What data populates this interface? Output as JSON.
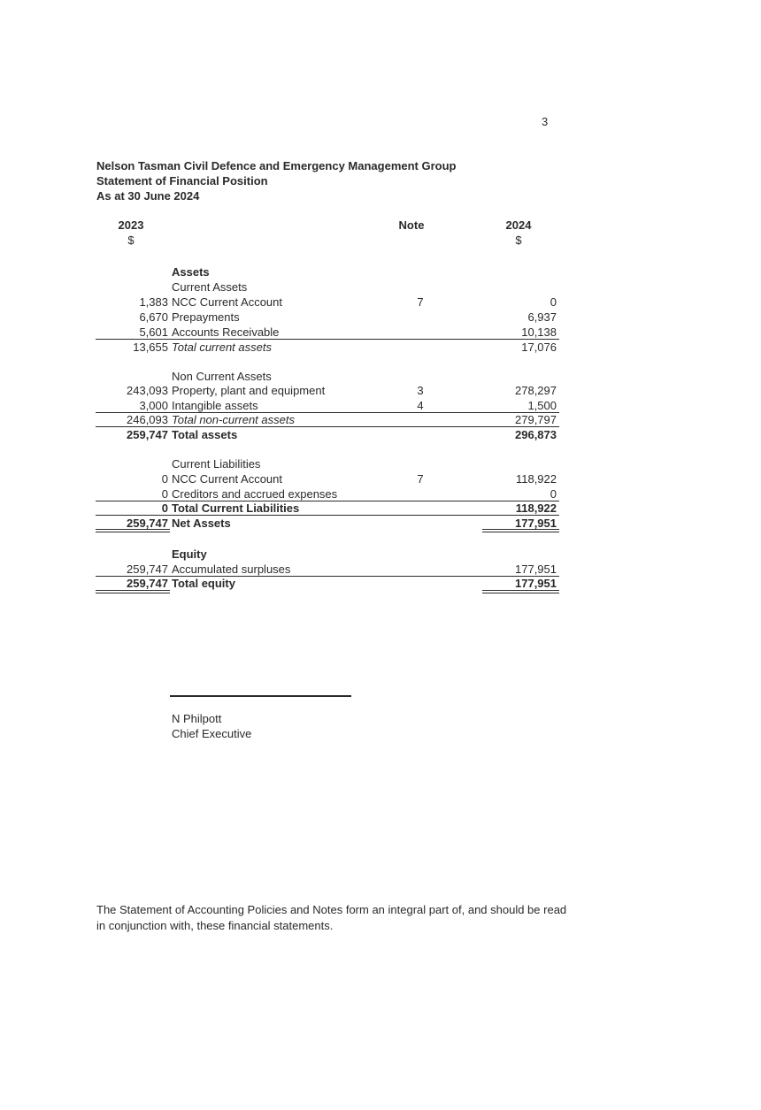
{
  "page_number": "3",
  "header": {
    "org": "Nelson Tasman Civil Defence and Emergency Management Group",
    "title": "Statement of Financial Position",
    "date": "As at 30 June 2024"
  },
  "columns": {
    "prior_year": "2023",
    "prior_unit": "$",
    "note": "Note",
    "current_year": "2024",
    "current_unit": "$"
  },
  "assets": {
    "heading": "Assets",
    "current_heading": "Current Assets",
    "ncc": {
      "prior": "1,383",
      "label": "NCC Current Account",
      "note": "7",
      "current": "0"
    },
    "prepayments": {
      "prior": "6,670",
      "label": "Prepayments",
      "note": "",
      "current": "6,937"
    },
    "receivable": {
      "prior": "5,601",
      "label": "Accounts Receivable",
      "note": "",
      "current": "10,138"
    },
    "total_current": {
      "prior": "13,655",
      "label": "Total current assets",
      "current": "17,076"
    },
    "noncurrent_heading": "Non Current Assets",
    "ppe": {
      "prior": "243,093",
      "label": "Property, plant and equipment",
      "note": "3",
      "current": "278,297"
    },
    "intangible": {
      "prior": "3,000",
      "label": "Intangible assets",
      "note": "4",
      "current": "1,500"
    },
    "total_noncurrent": {
      "prior": "246,093",
      "label": "Total non-current assets",
      "current": "279,797"
    },
    "total": {
      "prior": "259,747",
      "label": "Total assets",
      "current": "296,873"
    }
  },
  "liabilities": {
    "heading": "Current Liabilities",
    "ncc": {
      "prior": "0",
      "label": "NCC Current Account",
      "note": "7",
      "current": "118,922"
    },
    "creditors": {
      "prior": "0",
      "label": "Creditors and accrued expenses",
      "note": "",
      "current": "0"
    },
    "total": {
      "prior": "0",
      "label": "Total Current Liabilities",
      "current": "118,922"
    },
    "net_assets": {
      "prior": "259,747",
      "label": "Net Assets",
      "current": "177,951"
    }
  },
  "equity": {
    "heading": "Equity",
    "surpluses": {
      "prior": "259,747",
      "label": "Accumulated surpluses",
      "current": "177,951"
    },
    "total": {
      "prior": "259,747",
      "label": "Total equity",
      "current": "177,951"
    }
  },
  "signature": {
    "name": "N Philpott",
    "role": "Chief Executive"
  },
  "footer": {
    "line1": "The Statement of Accounting Policies and Notes form an integral part of, and should be read",
    "line2": "in conjunction with, these financial statements."
  }
}
